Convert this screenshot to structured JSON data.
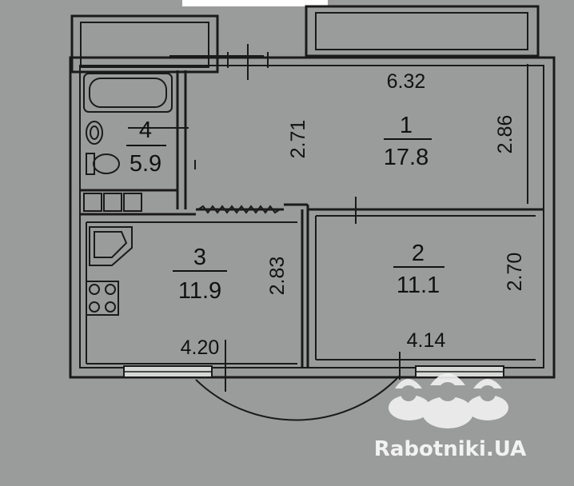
{
  "rooms": [
    {
      "number": "1",
      "area": "17.8"
    },
    {
      "number": "2",
      "area": "11.1"
    },
    {
      "number": "3",
      "area": "11.9"
    },
    {
      "number": "4",
      "area": "5.9"
    }
  ],
  "dimensions": {
    "room1_width": "6.32",
    "room1_left_height": "2.71",
    "room1_right_height": "2.86",
    "room2_height": "2.70",
    "room2_width": "4.14",
    "room3_height": "2.83",
    "room3_width": "4.20"
  },
  "watermark": {
    "text": "Rabotniki.UA"
  },
  "colors": {
    "background": "#9a9c9b",
    "wall": "#1a1a1a",
    "window_fill": "#d6d8d6",
    "watermark": "#f2f2f2"
  }
}
